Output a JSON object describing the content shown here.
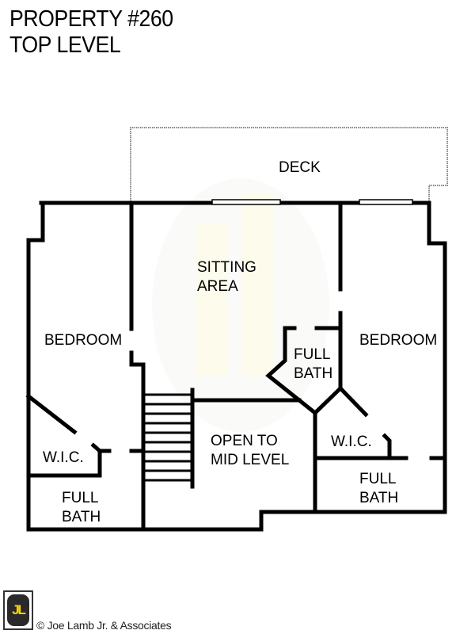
{
  "header": {
    "title_line1": "PROPERTY #260",
    "title_line2": "TOP LEVEL"
  },
  "rooms": {
    "deck": "DECK",
    "sitting_area_line1": "SITTING",
    "sitting_area_line2": "AREA",
    "bedroom_left": "BEDROOM",
    "bedroom_right": "BEDROOM",
    "bath_center_line1": "FULL",
    "bath_center_line2": "BATH",
    "wic_left": "W.I.C.",
    "wic_right": "W.I.C.",
    "bath_left_line1": "FULL",
    "bath_left_line2": "BATH",
    "bath_right_line1": "FULL",
    "bath_right_line2": "BATH",
    "open_line1": "OPEN TO",
    "open_line2": "MID LEVEL"
  },
  "footer": {
    "logo_text": "JL",
    "copyright": "© Joe Lamb Jr. & Associates"
  },
  "colors": {
    "wall": "#000000",
    "watermark": "#fdfbe8",
    "logo_yellow": "#ffd600"
  }
}
